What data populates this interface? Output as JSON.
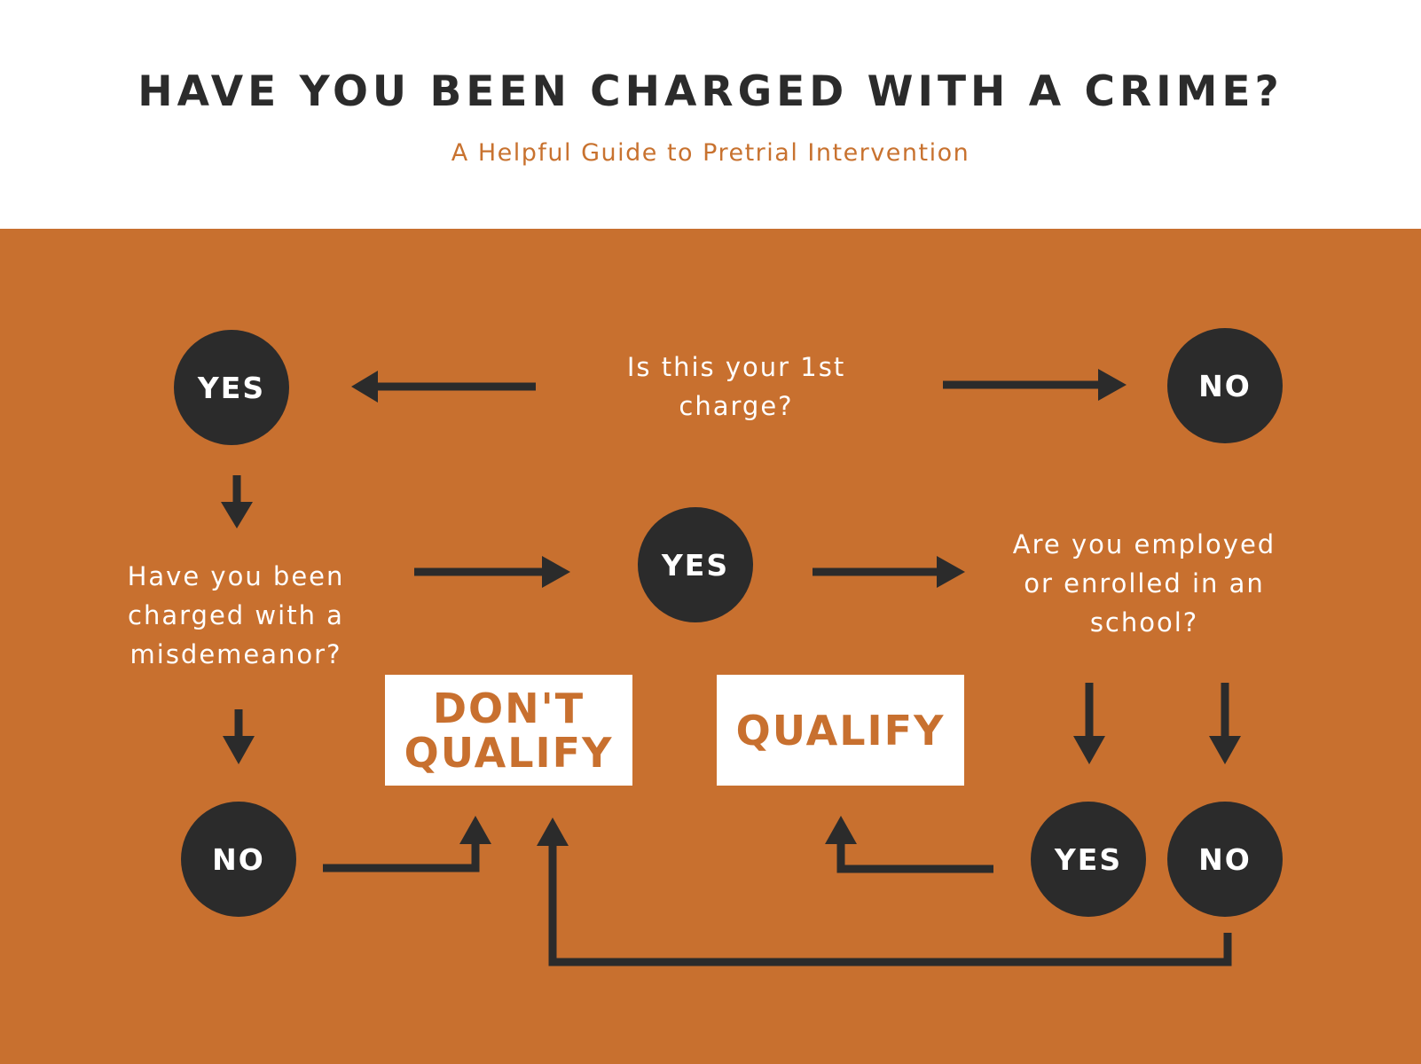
{
  "header": {
    "title": "HAVE YOU BEEN CHARGED WITH A CRIME?",
    "subtitle": "A Helpful Guide to Pretrial Intervention"
  },
  "flowchart": {
    "q1": "Is this your 1st\ncharge?",
    "q1_yes": "YES",
    "q1_no": "NO",
    "q2": "Have you been\ncharged with a\nmisdemeanor?",
    "q2_yes": "YES",
    "q2_no": "NO",
    "q3": "Are you employed\nor enrolled in an\nschool?",
    "q3_yes": "YES",
    "q3_no": "NO",
    "result_dont_qualify": "DON'T\nQUALIFY",
    "result_qualify": "QUALIFY"
  },
  "colors": {
    "accent_orange": "#c8702f",
    "circle_dark": "#2b2b2b",
    "title_text": "#2b2b2b"
  }
}
